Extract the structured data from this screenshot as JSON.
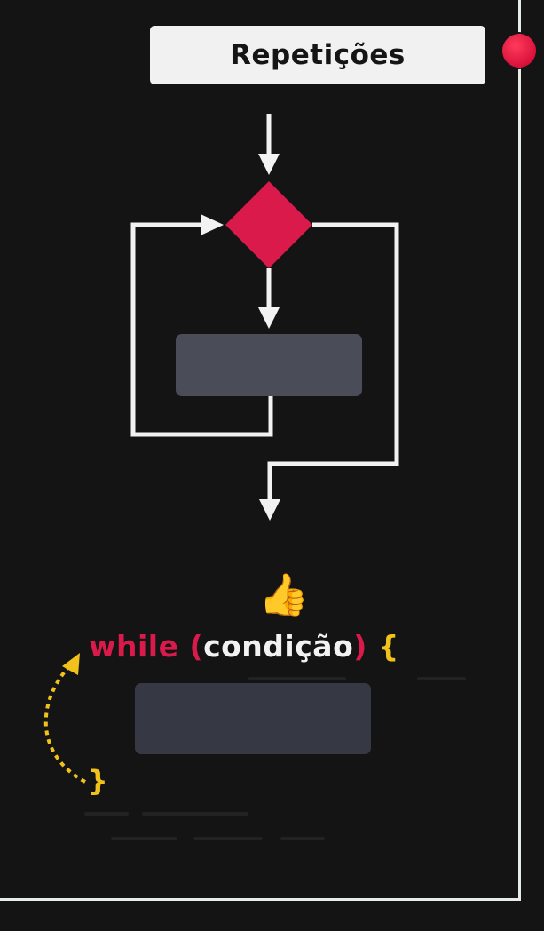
{
  "header": {
    "title": "Repetições"
  },
  "code": {
    "keyword": "while",
    "open_paren": "(",
    "condition": "condição",
    "close_paren": ")",
    "open_brace": "{",
    "close_brace": "}"
  },
  "icons": {
    "thumbs_up": "👍"
  },
  "colors": {
    "background": "#141414",
    "accent": "#d91a4a",
    "brace": "#f2c21c",
    "arrow": "#f2f2f2",
    "block": "#4a4c58",
    "code_block": "#363844",
    "record_dot": "#e0153f"
  }
}
